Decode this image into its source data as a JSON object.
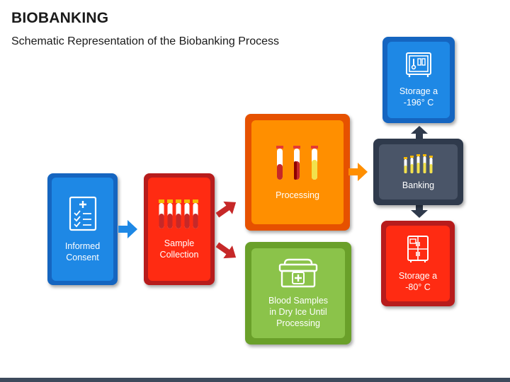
{
  "header": {
    "title": "BIOBANKING",
    "subtitle": "Schematic Representation of the Biobanking Process"
  },
  "nodes": {
    "informed_consent": {
      "label": "Informed\nConsent",
      "icon": "clipboard-checklist-icon",
      "color": "#1e88e5"
    },
    "sample_collection": {
      "label": "Sample\nCollection",
      "icon": "test-tubes-icon",
      "color": "#ff2b12"
    },
    "processing": {
      "label": "Processing",
      "icon": "sample-tubes-icon",
      "color": "#ff8f00"
    },
    "dry_ice": {
      "label": "Blood Samples\nin Dry Ice Until\nProcessing",
      "icon": "cooler-box-icon",
      "color": "#8bc34a"
    },
    "banking": {
      "label": "Banking",
      "icon": "tube-rack-icon",
      "color": "#4a5568"
    },
    "storage_196": {
      "label": "Storage a\n-196° C",
      "icon": "cryo-freezer-icon",
      "color": "#1e88e5"
    },
    "storage_80": {
      "label": "Storage a\n-80° C",
      "icon": "refrigerator-icon",
      "color": "#ff2b12"
    }
  }
}
